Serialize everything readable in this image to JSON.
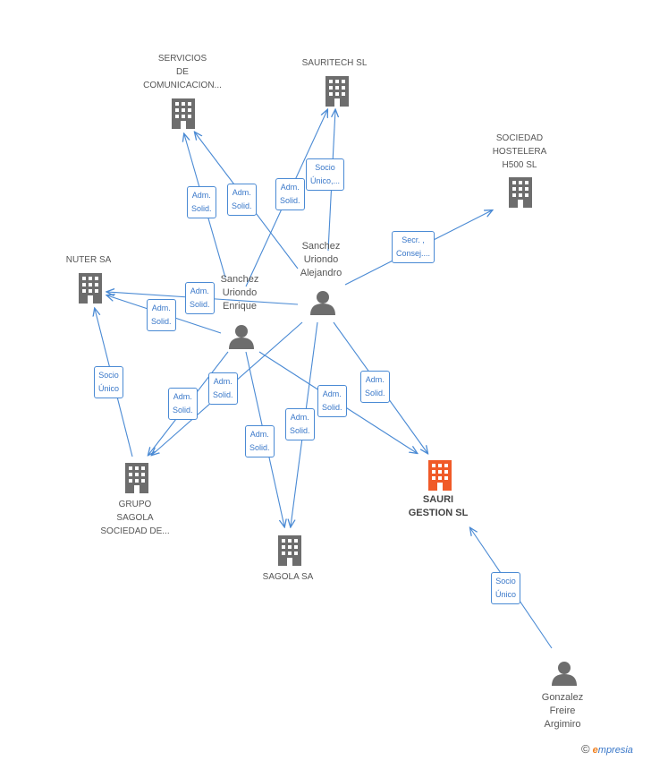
{
  "companies": [
    {
      "id": "servicios",
      "label": "SERVICIOS\nDE\nCOMUNICACION...",
      "color": "#6d6d6d"
    },
    {
      "id": "sauritech",
      "label": "SAURITECH  SL",
      "color": "#6d6d6d"
    },
    {
      "id": "hostelera",
      "label": "SOCIEDAD\nHOSTELERA\nH500  SL",
      "color": "#6d6d6d"
    },
    {
      "id": "nuter",
      "label": "NUTER SA",
      "color": "#6d6d6d"
    },
    {
      "id": "grupo",
      "label": "GRUPO\nSAGOLA\nSOCIEDAD DE...",
      "color": "#6d6d6d"
    },
    {
      "id": "sagola",
      "label": "SAGOLA SA",
      "color": "#6d6d6d"
    },
    {
      "id": "sauri",
      "label": "SAURI\nGESTION  SL",
      "color": "#f05a28",
      "main": true
    }
  ],
  "persons": [
    {
      "id": "alejandro",
      "label": "Sanchez\nUriondo\nAlejandro"
    },
    {
      "id": "enrique",
      "label": "Sanchez\nUriondo\nEnrique"
    },
    {
      "id": "gonzalez",
      "label": "Gonzalez\nFreire\nArgimiro"
    }
  ],
  "edge_labels": [
    {
      "id": "e1",
      "label": "Adm.\nSolid."
    },
    {
      "id": "e2",
      "label": "Adm.\nSolid."
    },
    {
      "id": "e3",
      "label": "Adm.\nSolid."
    },
    {
      "id": "e4",
      "label": "Socio\nÚnico,..."
    },
    {
      "id": "e5",
      "label": "Secr. ,\nConsej...."
    },
    {
      "id": "e6",
      "label": "Adm.\nSolid."
    },
    {
      "id": "e7",
      "label": "Adm.\nSolid."
    },
    {
      "id": "e8",
      "label": "Socio\nÚnico"
    },
    {
      "id": "e9",
      "label": "Adm.\nSolid."
    },
    {
      "id": "e10",
      "label": "Adm.\nSolid."
    },
    {
      "id": "e11",
      "label": "Adm.\nSolid."
    },
    {
      "id": "e12",
      "label": "Adm.\nSolid."
    },
    {
      "id": "e13",
      "label": "Adm.\nSolid."
    },
    {
      "id": "e14",
      "label": "Adm.\nSolid."
    },
    {
      "id": "e15",
      "label": "Socio\nÚnico"
    }
  ],
  "colors": {
    "edge": "#4a8ad4",
    "building": "#6d6d6d",
    "building_main": "#f05a28",
    "person": "#6d6d6d"
  },
  "footer": {
    "copyright": "©",
    "brand_first": "e",
    "brand_rest": "mpresia"
  }
}
